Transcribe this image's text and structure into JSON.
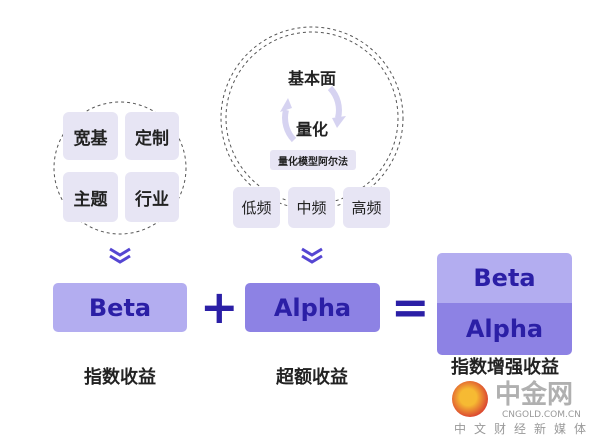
{
  "beta_group": {
    "items": [
      "宽基",
      "定制",
      "主题",
      "行业"
    ],
    "box_label": "Beta",
    "caption": "指数收益"
  },
  "alpha_group": {
    "cycle_top": "基本面",
    "cycle_bottom": "量化",
    "model_label": "量化模型阿尔法",
    "frequencies": [
      "低频",
      "中频",
      "高频"
    ],
    "box_label": "Alpha",
    "caption": "超额收益"
  },
  "result": {
    "top_label": "Beta",
    "bottom_label": "Alpha",
    "caption": "指数增强收益"
  },
  "operators": {
    "plus": "+",
    "equals": "="
  },
  "watermark": {
    "brand": "中金网",
    "domain": "CNGOLD.COM.CN",
    "tagline": "中文财经新媒体"
  },
  "colors": {
    "beta": "#b3adf0",
    "alpha": "#8d82e4",
    "text": "#2b1fa6",
    "chip": "#e7e5f4"
  }
}
